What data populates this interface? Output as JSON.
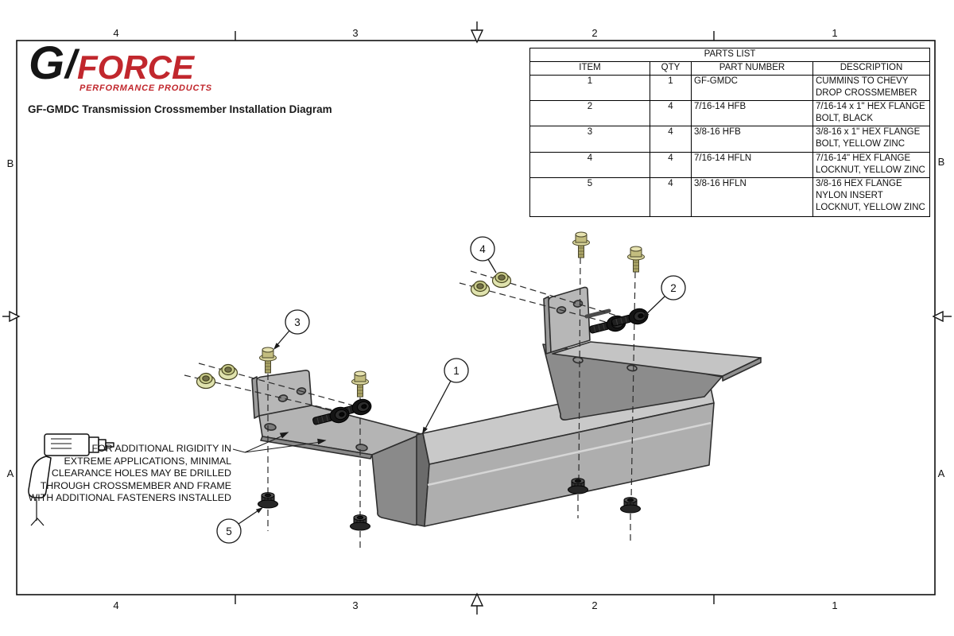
{
  "logo": {
    "g": "G",
    "slash": "/",
    "force": "FORCE",
    "tagline": "PERFORMANCE PRODUCTS",
    "brand_red": "#c1272d",
    "brand_black": "#151515"
  },
  "title": "GF-GMDC Transmission Crossmember Installation Diagram",
  "border": {
    "top_zones": [
      "4",
      "3",
      "2",
      "1"
    ],
    "bottom_zones": [
      "4",
      "3",
      "2",
      "1"
    ],
    "left_rows": [
      "B",
      "A"
    ],
    "right_rows": [
      "B",
      "A"
    ]
  },
  "parts_list": {
    "title": "PARTS LIST",
    "columns": [
      "ITEM",
      "QTY",
      "PART NUMBER",
      "DESCRIPTION"
    ],
    "rows": [
      {
        "item": "1",
        "qty": "1",
        "part_number": "GF-GMDC",
        "description": "CUMMINS TO CHEVY DROP CROSSMEMBER"
      },
      {
        "item": "2",
        "qty": "4",
        "part_number": "7/16-14 HFB",
        "description": "7/16-14 x 1\" HEX FLANGE BOLT, BLACK"
      },
      {
        "item": "3",
        "qty": "4",
        "part_number": "3/8-16 HFB",
        "description": "3/8-16 x 1\" HEX FLANGE BOLT, YELLOW ZINC"
      },
      {
        "item": "4",
        "qty": "4",
        "part_number": "7/16-14 HFLN",
        "description": "7/16-14\" HEX FLANGE LOCKNUT, YELLOW ZINC"
      },
      {
        "item": "5",
        "qty": "4",
        "part_number": "3/8-16 HFLN",
        "description": "3/8-16 HEX FLANGE NYLON INSERT LOCKNUT, YELLOW ZINC"
      }
    ]
  },
  "note": {
    "lines": [
      "FOR ADDITIONAL RIGIDITY IN",
      "EXTREME APPLICATIONS, MINIMAL",
      "CLEARANCE HOLES MAY BE DRILLED",
      "THROUGH CROSSMEMBER AND FRAME",
      "WITH ADDITIONAL FASTENERS INSTALLED"
    ]
  },
  "balloons": [
    {
      "number": "1"
    },
    {
      "number": "2"
    },
    {
      "number": "3"
    },
    {
      "number": "4"
    },
    {
      "number": "5"
    }
  ],
  "drawing_colors": {
    "metal_light": "#c9c9c9",
    "metal_mid": "#b4b4b4",
    "metal_dark": "#8c8c8c",
    "yellow_zinc": "#dfe2ab",
    "black_hardware": "#141414",
    "line": "#2b2b2b"
  }
}
